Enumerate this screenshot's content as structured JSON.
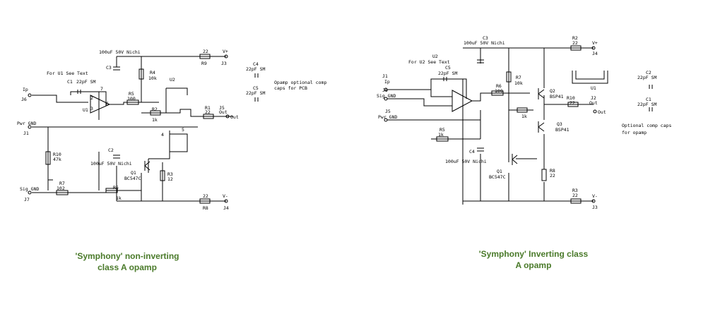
{
  "captions": {
    "left_line1": "'Symphony' non-inverting",
    "left_line2": "class A opamp",
    "right_line1": "'Symphony' Inverting class",
    "right_line2": "A opamp"
  },
  "left": {
    "c3": "C3",
    "c3_val": "100uF 50V Nichi",
    "for_u1": "For U1 See Text",
    "c1": "C1",
    "c1_val": "22pF SM",
    "r4": "R4",
    "r4_val": "10k",
    "u2": "U2",
    "r5": "R5",
    "r5_val": "100",
    "u1": "U1",
    "r2": "R2",
    "r2_val": "1k",
    "r9": "R9",
    "r9_val": "22",
    "vplus": "V+",
    "j3": "J3",
    "r1": "R1",
    "r1_val": "22",
    "j5": "J5",
    "out": "Out",
    "c4": "C4",
    "c4_val": "22pF SM",
    "c5": "C5",
    "c5_val": "22pF SM",
    "note1": "Opamp optional comp",
    "note2": "caps for PCB",
    "ip": "Ip",
    "j6": "J6",
    "pwr_gnd": "Pwr GND",
    "j1": "J1",
    "r10": "R10",
    "r10_val": "47k",
    "c2": "C2",
    "c2_val": "100uF 50V Nichi",
    "q1": "Q1",
    "q1_val": "BC547C",
    "r3": "R3",
    "r3_val": "12",
    "sig_gnd": "Sig GND",
    "j7": "J7",
    "r7": "R7",
    "r7_val": "102",
    "r6": "R6",
    "r6_val": "1k",
    "r8": "R8",
    "r8_val": "22",
    "vminus": "V-",
    "j4": "J4",
    "pin1": "1",
    "pin2": "2",
    "pin3": "3",
    "pin4": "4",
    "pin5": "5",
    "pin6": "6",
    "pin7": "7"
  },
  "right": {
    "c3": "C3",
    "c3_val": "100uF 50V Nichi",
    "r2": "R2",
    "r2_val": "22",
    "vplus": "V+",
    "j4": "J4",
    "u2": "U2",
    "for_u2": "For U2 See Text",
    "c5": "C5",
    "c5_val": "22pF SM",
    "j1": "J1",
    "ip": "Ip",
    "j6": "J6",
    "sig_gnd": "Sig GND",
    "r7": "R7",
    "r7_val": "10k",
    "r6": "R6",
    "r6_val": "100",
    "q2": "Q2",
    "q2_val": "BSP41",
    "u1": "U1",
    "c2": "C2",
    "c2_val": "22pF SM",
    "c1": "C1",
    "c1_val": "22pF SM",
    "r10": "R10",
    "r10_val": "22",
    "j2": "J2",
    "out": "Out",
    "r1_val": "1k",
    "j5": "J5",
    "pwr_gnd": "Pwr GND",
    "r5": "R5",
    "r5_val": "1k",
    "q3": "Q3",
    "q3_val": "BSP41",
    "note1": "Optional comp caps",
    "note2": "for opamp",
    "c4": "C4",
    "c4_val": "100uF 50V Nichi",
    "q1": "Q1",
    "q1_val": "BC547C",
    "r8": "R8",
    "r8_val": "22",
    "r3": "R3",
    "r3_val": "22",
    "vminus": "V-",
    "j3": "J3"
  }
}
